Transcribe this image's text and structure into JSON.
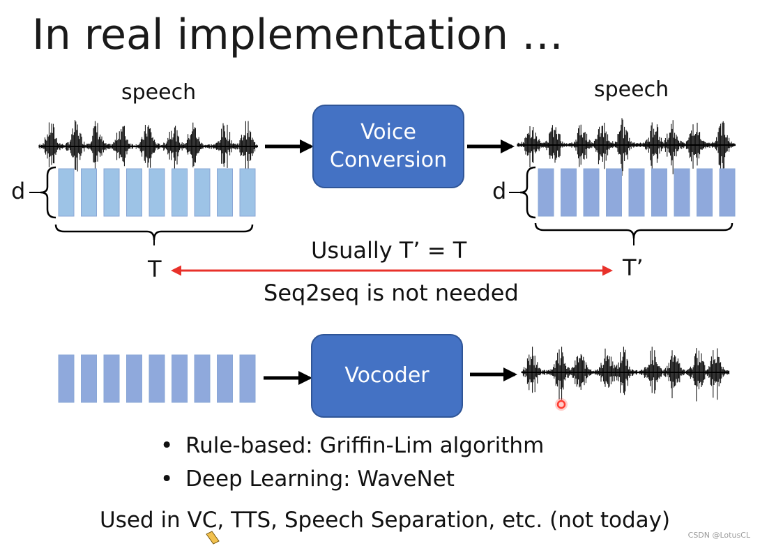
{
  "title": "In real implementation …",
  "top_section": {
    "input_label": "speech",
    "output_label": "speech",
    "model_box": {
      "line1": "Voice",
      "line2": "Conversion"
    },
    "dim_label_left": "d",
    "dim_label_right": "d",
    "length_left": "T",
    "length_right": "T’",
    "relation_note": "Usually T’ = T",
    "conclusion": "Seq2seq is not needed",
    "input_frames": 9,
    "output_frames": 9
  },
  "bottom_section": {
    "model_box": "Vocoder",
    "input_frames": 9,
    "bullets": [
      "Rule-based: Griffin-Lim algorithm",
      "Deep Learning: WaveNet"
    ],
    "footnote": "Used in VC, TTS, Speech Separation, etc. (not today)"
  },
  "watermark": "CSDN @LotusCL",
  "colors": {
    "box_fill": "#4472c4",
    "box_border": "#2f5597",
    "frame_light": "#9dc3e6",
    "frame_dark": "#8fa9dc",
    "relation_arrow": "#e8312a",
    "laser_pointer": "#ff3b30"
  }
}
